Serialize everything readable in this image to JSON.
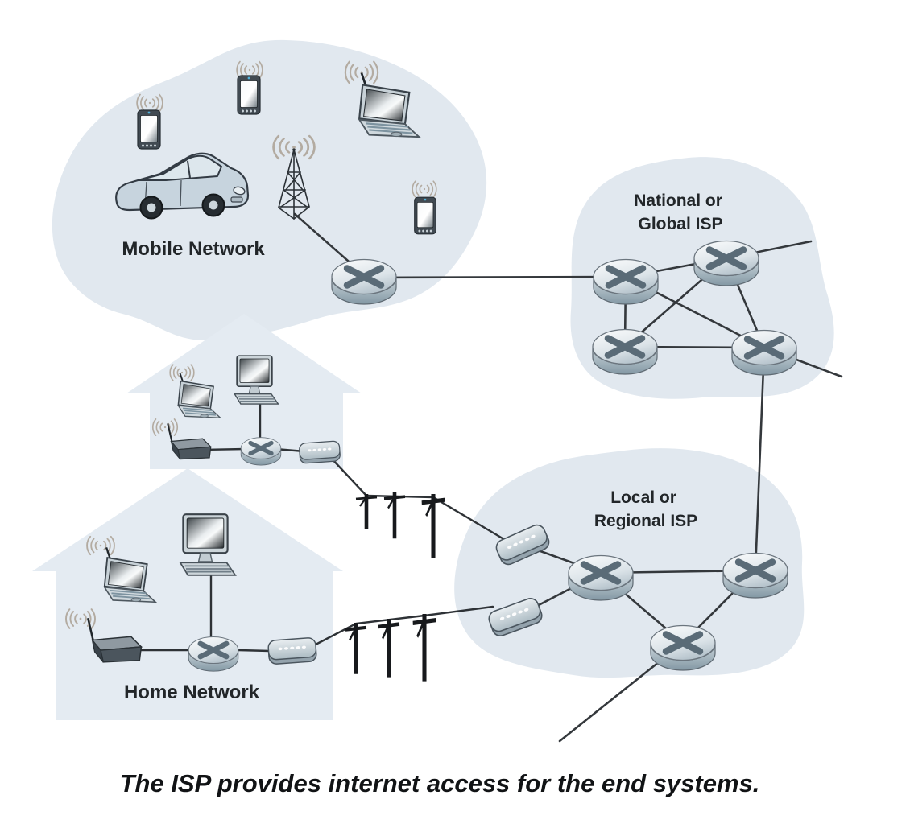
{
  "figure": {
    "type": "internet-structure-network-diagram",
    "caption": "The ISP provides internet access for the end systems."
  },
  "networks": {
    "mobile_network": {
      "label": "Mobile Network",
      "devices": [
        "smartphone",
        "smartphone",
        "smartphone",
        "wireless-laptop",
        "car",
        "cell-tower",
        "router"
      ]
    },
    "national_or_global_isp": {
      "label_line1": "National or",
      "label_line2": "Global ISP",
      "router_count": 4
    },
    "local_or_regional_isp": {
      "label_line1": "Local or",
      "label_line2": "Regional ISP",
      "router_count": 3,
      "modem_count": 2
    },
    "home_network": {
      "label": "Home Network",
      "devices": [
        "wireless-laptop",
        "desktop-computer",
        "wireless-access-point",
        "router",
        "cable-modem"
      ]
    },
    "upper_home_network": {
      "devices": [
        "wireless-laptop",
        "desktop-computer",
        "wireless-access-point",
        "router",
        "cable-modem"
      ]
    }
  },
  "colors": {
    "cloud_fill": "#e1e8ef",
    "house_fill": "#e4ebf2",
    "link_line": "#34383c",
    "router_top": "#dde4e9",
    "router_side": "#98a9b4",
    "router_x": "#5a6b77",
    "wifi_waves": "#b3aba1",
    "label_text": "#222629",
    "caption_text": "#111315"
  }
}
